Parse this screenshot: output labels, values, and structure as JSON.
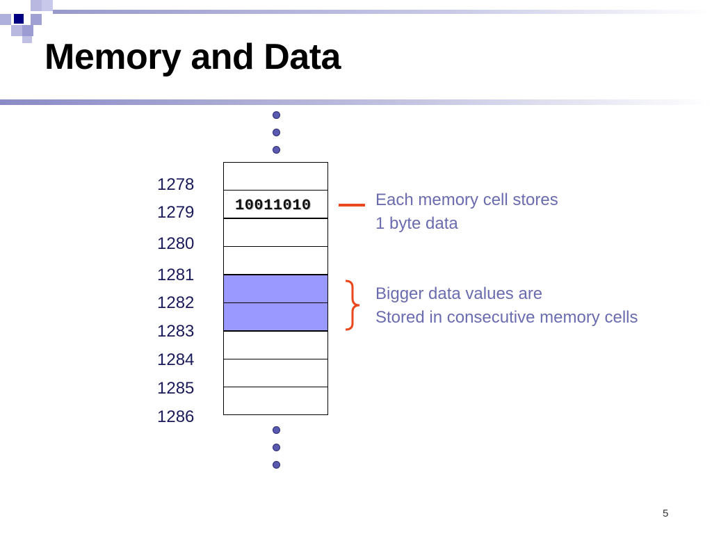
{
  "slide": {
    "title": "Memory and Data",
    "page_number": "5"
  },
  "memory": {
    "addresses": [
      "1278",
      "1279",
      "1280",
      "1281",
      "1282",
      "1283",
      "1284",
      "1285",
      "1286"
    ],
    "cell_value": "10011010",
    "highlight_color": "#9999ff"
  },
  "annotations": {
    "cell_note_line1": "Each memory cell stores",
    "cell_note_line2": "1 byte data",
    "bigger_note_line1": "Bigger data values are",
    "bigger_note_line2": "Stored in consecutive memory cells",
    "accent_color": "#e8481c",
    "text_color": "#6b6bb0"
  }
}
